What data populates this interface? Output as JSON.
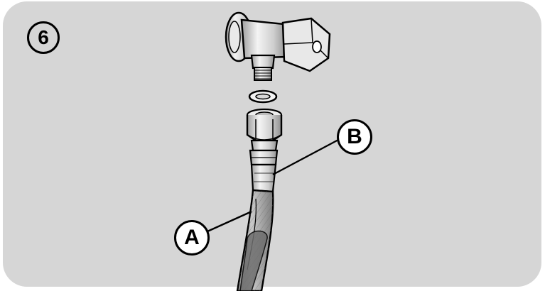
{
  "step": {
    "number": "6"
  },
  "callouts": {
    "a": "A",
    "b": "B"
  },
  "colors": {
    "panel_background": "#d6d6d6",
    "outline": "#000000",
    "metal_light": "#f2f2f2",
    "metal_mid": "#bdbdbd",
    "hose": "#a8a8a8"
  }
}
